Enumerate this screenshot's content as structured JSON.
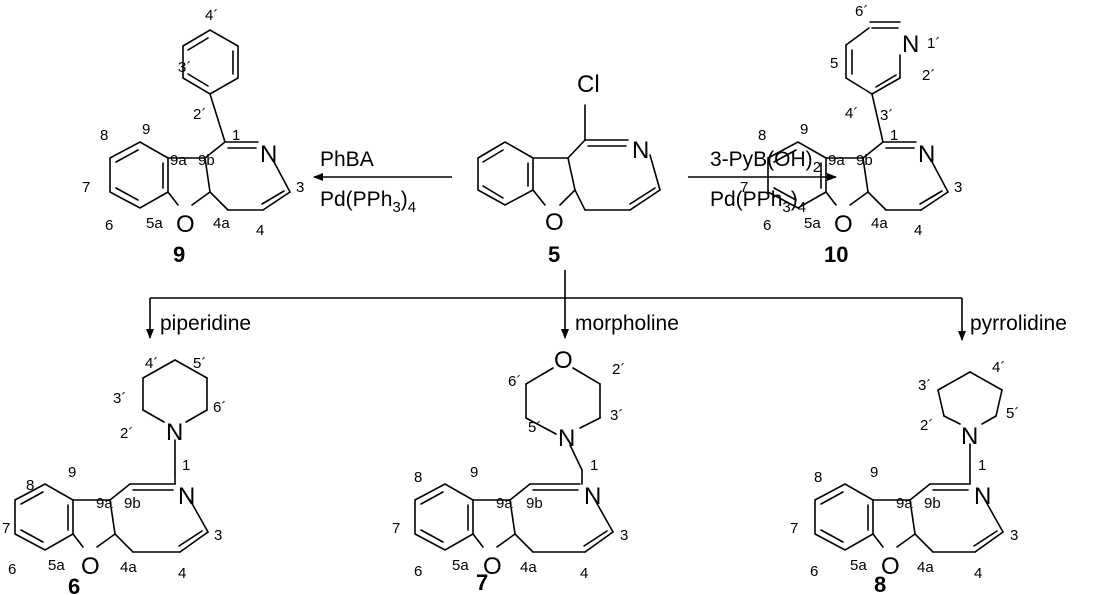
{
  "compounds": {
    "c5": {
      "id": "5",
      "substituent": "Cl"
    },
    "c9": {
      "id": "9"
    },
    "c10": {
      "id": "10"
    },
    "c6": {
      "id": "6"
    },
    "c7": {
      "id": "7"
    },
    "c8": {
      "id": "8"
    }
  },
  "atoms": {
    "nitrogen": "N",
    "oxygen": "O"
  },
  "core_numbering": [
    "1",
    "3",
    "4",
    "4a",
    "5a",
    "6",
    "7",
    "8",
    "9",
    "9a",
    "9b"
  ],
  "substituent_numbering": {
    "phenyl": [
      "2´",
      "3´",
      "4´"
    ],
    "pyridyl": [
      "1´",
      "2´",
      "3´",
      "4´",
      "5",
      "6´"
    ],
    "piperidine": [
      "2´",
      "3´",
      "4´",
      "5´",
      "6´"
    ],
    "morpholine": [
      "2´",
      "3´",
      "5´",
      "6´"
    ],
    "pyrrolidine": [
      "2´",
      "3´",
      "4´",
      "5´"
    ]
  },
  "reagents": {
    "to_9": {
      "line1": "PhBA",
      "line2_main": "Pd(PPh",
      "line2_sub": "3",
      "line2_end": ")",
      "line2_sub2": "4"
    },
    "to_10": {
      "line1_main": "3-PyB(OH)",
      "line1_sub": "2",
      "line2_main": "Pd(PPh",
      "line2_sub": "3",
      "line2_end": ")",
      "line2_sub2": "4"
    },
    "to_6": "piperidine",
    "to_7": "morpholine",
    "to_8": "pyrrolidine"
  }
}
